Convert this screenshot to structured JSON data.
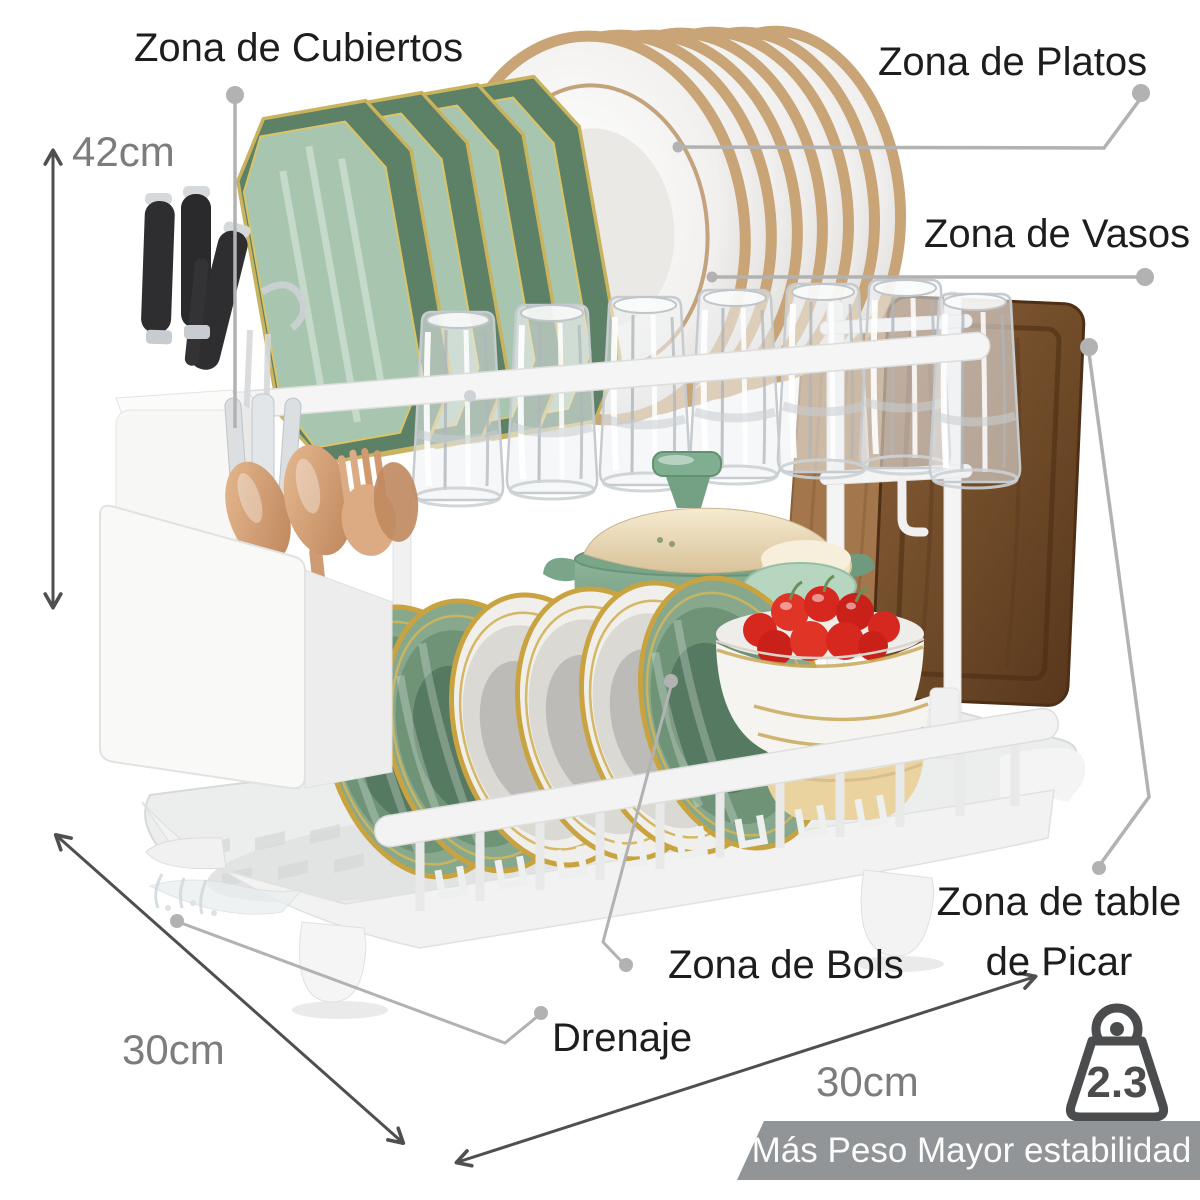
{
  "labels": {
    "cubiertos": "Zona de Cubiertos",
    "platos": "Zona de Platos",
    "vasos": "Zona de Vasos",
    "tabla": "Zona de table de Picar",
    "bols": "Zona de Bols",
    "drenaje": "Drenaje"
  },
  "dimensions": {
    "height": "42cm",
    "depth": "30cm",
    "width": "30cm"
  },
  "badge": {
    "weight": "2.3",
    "banner": "Más Peso Mayor estabilidad"
  },
  "colors": {
    "label_black": "#1d1d1d",
    "dim_gray": "#7c7c7c",
    "leader_gray": "#b2b2b2",
    "arrow_gray": "#4f4f4f",
    "banner_gray": "#919598",
    "badge_dark_gray": "#4b4c4e",
    "plate_gold": "#c8a476",
    "sage_green": "#7fa98c",
    "bowl_gold": "#c9a33f",
    "cherry_red": "#d62b22",
    "wood_brown": "#6e4a28",
    "copper": "#d8a583",
    "rack_white": "#f2f3f2"
  }
}
